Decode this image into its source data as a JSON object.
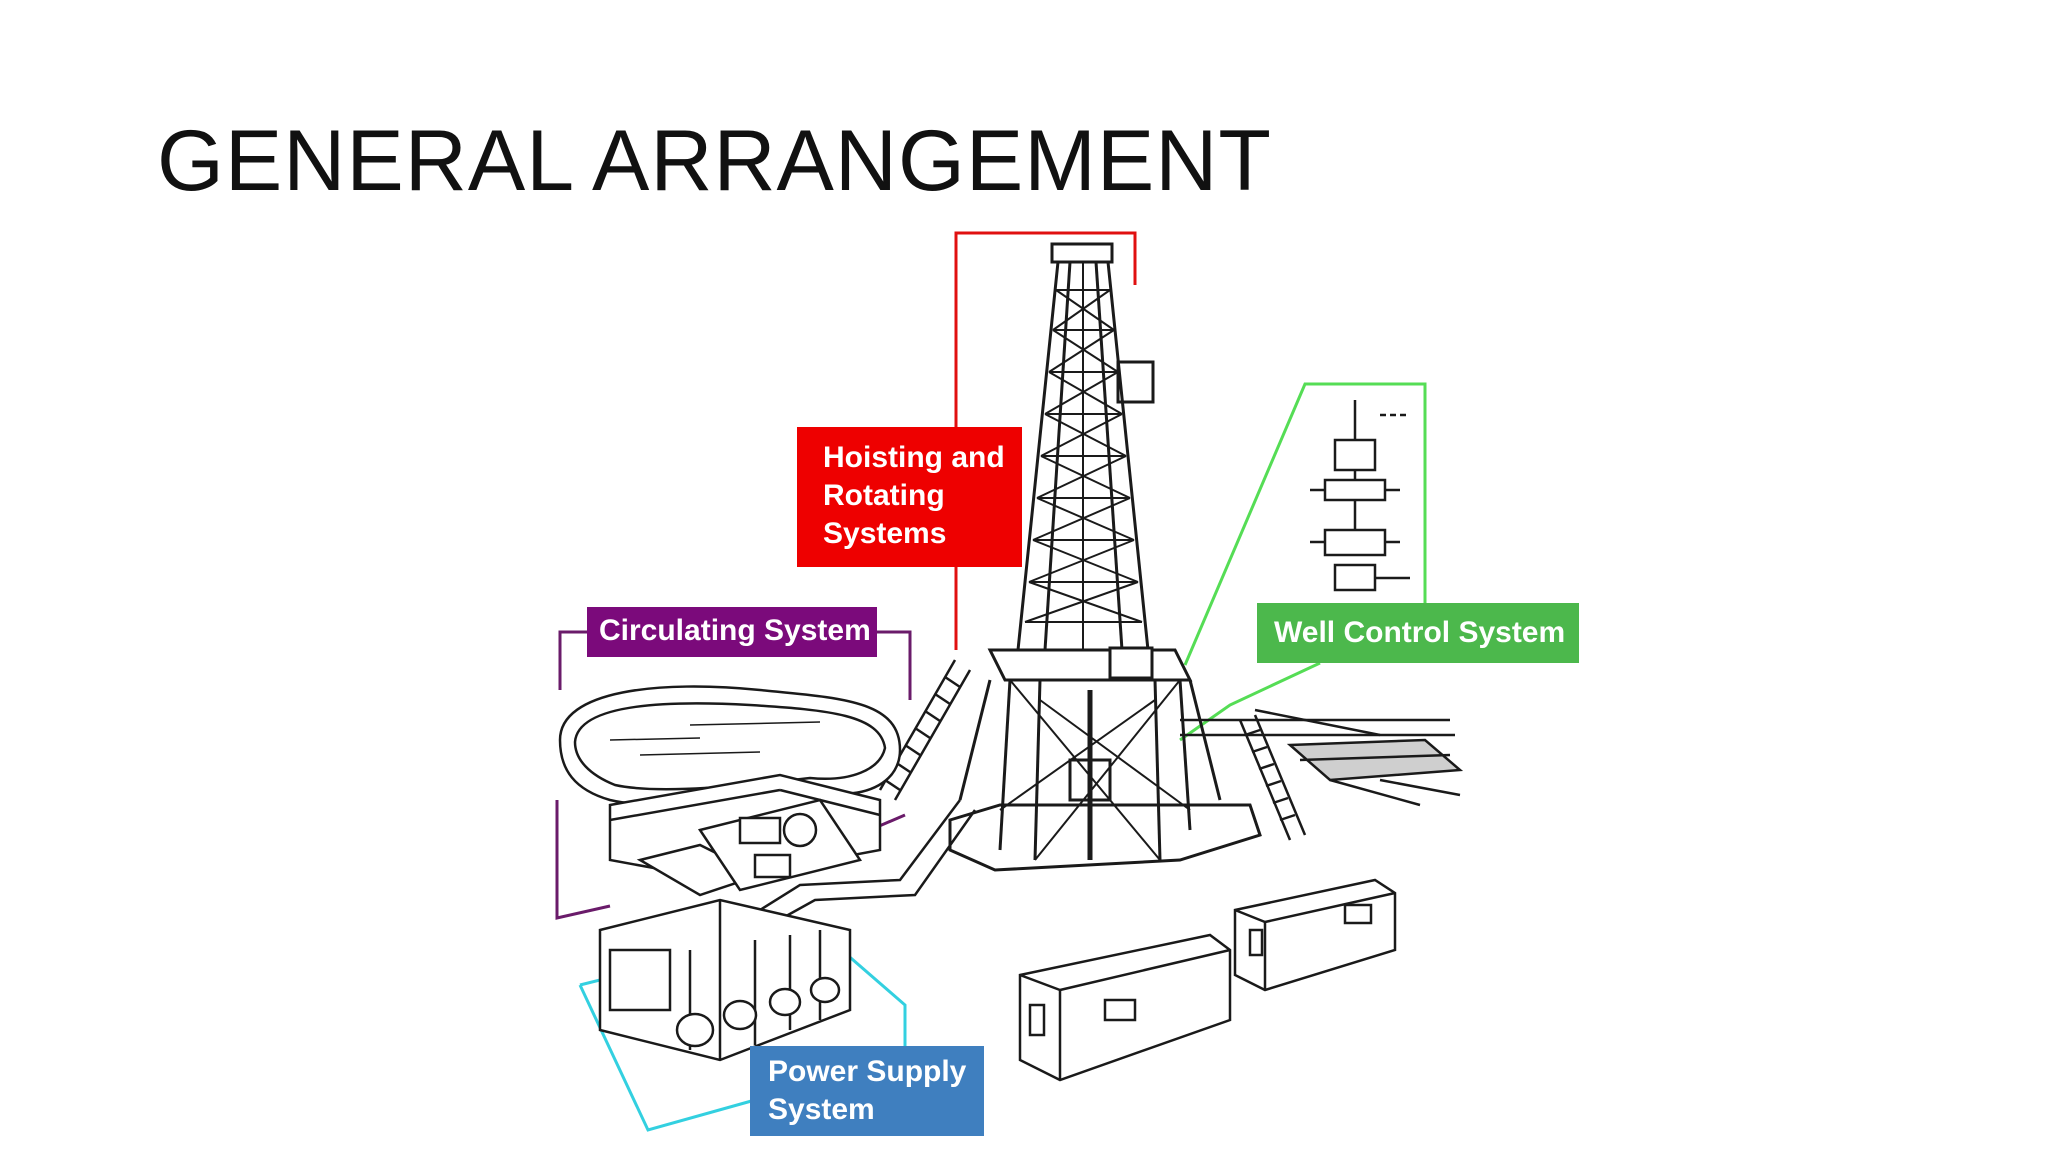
{
  "title": "GENERAL ARRANGEMENT",
  "labels": {
    "hoisting": {
      "line1": "Hoisting and",
      "line2": "Rotating",
      "line3": "Systems",
      "color": "#ee0000"
    },
    "circulating": {
      "text": "Circulating System",
      "color": "#7b0a7b"
    },
    "well_control": {
      "text": "Well Control System",
      "color": "#4cb84c"
    },
    "power_supply": {
      "line1": "Power Supply",
      "line2": "System",
      "color": "#3f7fbf"
    }
  },
  "colors": {
    "hoisting_line": "#e01010",
    "circulating_line": "#6a1b6a",
    "well_line": "#55dd55",
    "power_line": "#33d0e0",
    "ink": "#1a1a1a"
  }
}
